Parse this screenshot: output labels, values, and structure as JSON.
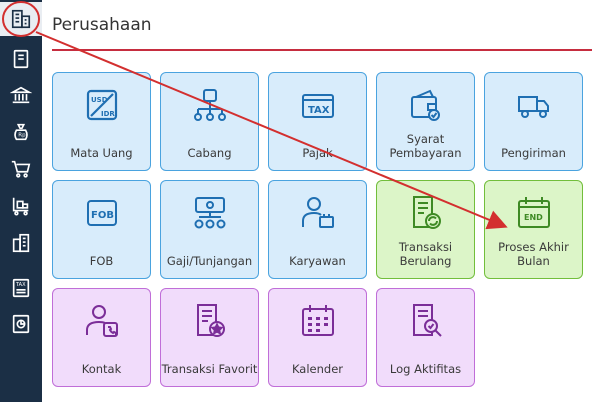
{
  "page": {
    "title": "Perusahaan"
  },
  "sidebar": {
    "items": [
      {
        "icon": "building-icon"
      },
      {
        "icon": "book-icon"
      },
      {
        "icon": "bank-icon"
      },
      {
        "icon": "money-bag-icon"
      },
      {
        "icon": "shopping-cart-icon"
      },
      {
        "icon": "trolley-icon"
      },
      {
        "icon": "city-icon"
      },
      {
        "icon": "tax-report-icon"
      },
      {
        "icon": "chart-report-icon"
      }
    ]
  },
  "tiles": [
    {
      "label": "Mata Uang",
      "icon": "currency-icon",
      "theme": "blue"
    },
    {
      "label": "Cabang",
      "icon": "branch-icon",
      "theme": "blue"
    },
    {
      "label": "Pajak",
      "icon": "tax-icon",
      "theme": "blue"
    },
    {
      "label": "Syarat Pembayaran",
      "icon": "wallet-icon",
      "theme": "blue"
    },
    {
      "label": "Pengiriman",
      "icon": "truck-icon",
      "theme": "blue"
    },
    {
      "label": "FOB",
      "icon": "fob-icon",
      "theme": "blue"
    },
    {
      "label": "Gaji/Tunjangan",
      "icon": "salary-icon",
      "theme": "blue"
    },
    {
      "label": "Karyawan",
      "icon": "employee-icon",
      "theme": "blue"
    },
    {
      "label": "Transaksi Berulang",
      "icon": "recurring-doc-icon",
      "theme": "green"
    },
    {
      "label": "Proses Akhir Bulan",
      "icon": "calendar-end-icon",
      "theme": "green"
    },
    {
      "label": "Kontak",
      "icon": "contact-icon",
      "theme": "purple"
    },
    {
      "label": "Transaksi Favorit",
      "icon": "favorite-doc-icon",
      "theme": "purple"
    },
    {
      "label": "Kalender",
      "icon": "calendar-icon",
      "theme": "purple"
    },
    {
      "label": "Log Aktifitas",
      "icon": "search-log-icon",
      "theme": "purple"
    }
  ],
  "colors": {
    "sidebar": "#1b2f45",
    "accent_red": "#d32f2f",
    "blue_icon": "#1f6fb2",
    "green_icon": "#3e8a24",
    "purple_icon": "#7b2e98"
  }
}
